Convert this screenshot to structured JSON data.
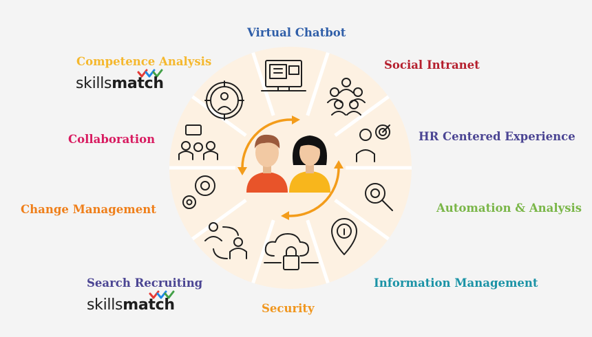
{
  "labels": {
    "virtual_chatbot": "Virtual Chatbot",
    "social_intranet": "Social Intranet",
    "hr_centered_experience": "HR Centered Experience",
    "automation_analysis": "Automation & Analysis",
    "information_management": "Information Management",
    "security": "Security",
    "search_recruiting": "Search Recruiting",
    "change_management": "Change Management",
    "collaboration": "Collaboration",
    "competence_analysis": "Competence Analysis"
  },
  "brand": {
    "prefix": "skills",
    "suffix": "match"
  },
  "colors": {
    "virtual_chatbot": "#2f5ea8",
    "social_intranet": "#b5202e",
    "hr_centered_experience": "#4b4593",
    "automation_analysis": "#7ab648",
    "information_management": "#1b93a6",
    "security": "#f0961e",
    "search_recruiting": "#4b4593",
    "change_management": "#ef7f1a",
    "collaboration": "#d81b60",
    "competence_analysis": "#f5b82e",
    "wheel_fill": "#fdf1e2",
    "center_arrows": "#f39c1a",
    "person_male_shirt": "#e8542a",
    "person_female_shirt": "#f8b61c",
    "check_red": "#e53935",
    "check_blue": "#1e88e5",
    "check_green": "#43a047"
  },
  "icons": [
    "monitor-chat-icon",
    "people-network-icon",
    "target-person-icon",
    "gear-magnifier-icon",
    "info-pin-icon",
    "cloud-lock-icon",
    "recruit-exchange-icon",
    "gears-person-icon",
    "team-chat-icon",
    "crosshair-person-icon"
  ]
}
